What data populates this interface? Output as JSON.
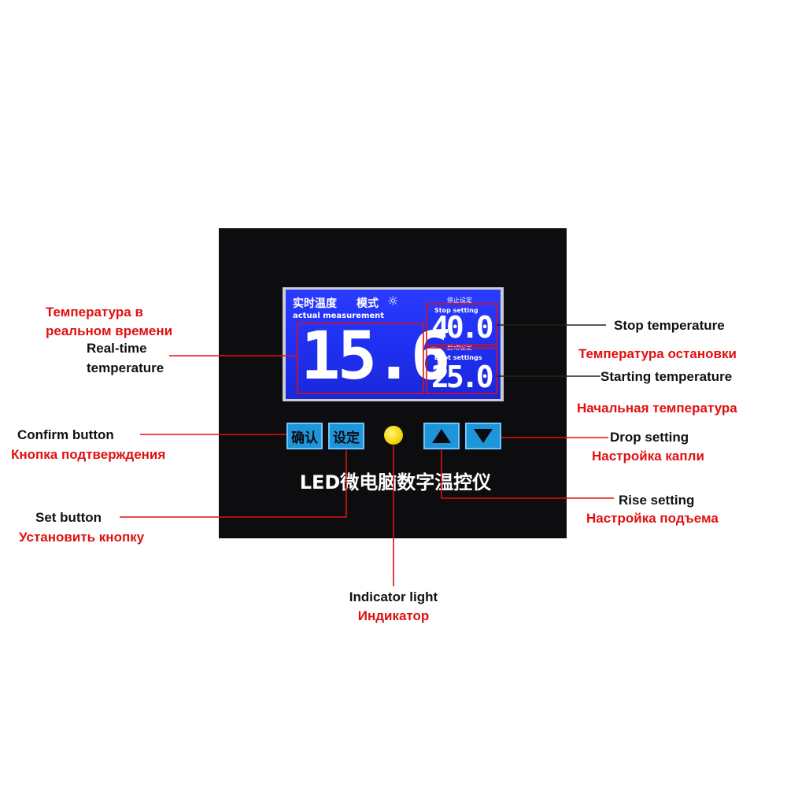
{
  "lcd": {
    "header_cn_realtime": "实时温度",
    "header_cn_mode": "模式",
    "header_en_realtime": "actual measurement",
    "stop_cn": "停止设定",
    "stop_en": "Stop setting",
    "boot_cn": "启动设定",
    "boot_en": "Boot settings",
    "realtime_value": "15.6",
    "stop_value": "40.0",
    "boot_value": "25.0"
  },
  "keys": {
    "confirm": "确认",
    "set": "设定"
  },
  "brand": "LED微电脑数字温控仪",
  "annotations": {
    "realtime_ru_1": "Температура в",
    "realtime_ru_2": "реальном времени",
    "realtime_en_1": "Real-time",
    "realtime_en_2": "temperature",
    "stop_en": "Stop temperature",
    "stop_ru": "Температура остановки",
    "start_en": "Starting temperature",
    "start_ru": "Начальная температура",
    "confirm_en": "Confirm button",
    "confirm_ru": "Кнопка подтверждения",
    "drop_en": "Drop setting",
    "drop_ru": "Настройка капли",
    "rise_en": "Rise setting",
    "rise_ru": "Настройка подъема",
    "set_en": "Set button",
    "set_ru": "Установить кнопку",
    "indicator_en": "Indicator light",
    "indicator_ru": "Индикатор"
  },
  "colors": {
    "annotation_red": "#e01010",
    "lcd_blue": "#1f2ff0",
    "key_blue": "#1e95d8",
    "indicator_yellow": "#f2d600"
  }
}
